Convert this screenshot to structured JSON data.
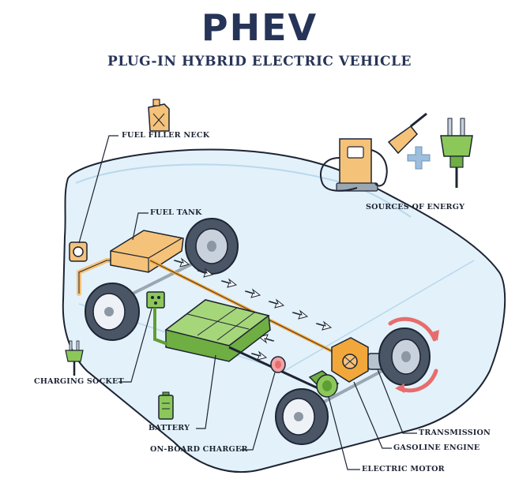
{
  "title": "PHEV",
  "subtitle": "PLUG-IN HYBRID ELECTRIC VEHICLE",
  "labels": {
    "fuel_filler_neck": "FUEL FILLER NECK",
    "fuel_tank": "FUEL TANK",
    "sources_of_energy": "SOURCES OF ENERGY",
    "charging_socket": "CHARGING SOCKET",
    "battery": "BATTERY",
    "on_board_charger": "ON-BOARD CHARGER",
    "transmission": "TRANSMISSION",
    "gasoline_engine": "GASOLINE ENGINE",
    "electric_motor": "ELECTRIC MOTOR"
  },
  "icons": [
    "jerrycan-icon",
    "fuel-pump-icon",
    "plus-icon",
    "electric-plug-icon",
    "battery-icon"
  ],
  "colors": {
    "title": "#263457",
    "car_body": "#d9ebf7",
    "fuel": "#f5c27a",
    "battery": "#8cc75a",
    "engine": "#f2a73b",
    "plug": "#5f9e35",
    "rotation_arrows": "#e76d6d",
    "outline": "#1d2433"
  }
}
